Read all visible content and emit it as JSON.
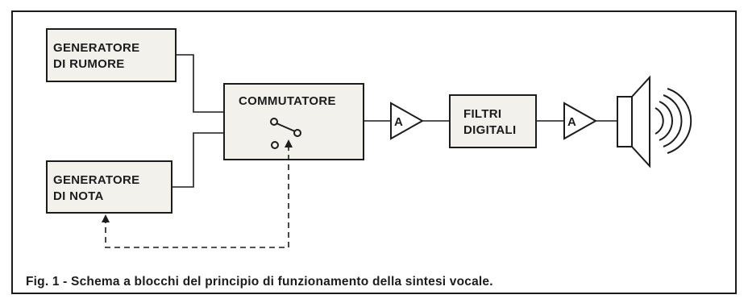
{
  "blocks": {
    "noise_generator": {
      "line1": "GENERATORE",
      "line2": "DI RUMORE"
    },
    "note_generator": {
      "line1": "GENERATORE",
      "line2": "DI NOTA"
    },
    "switch": {
      "label": "COMMUTATORE"
    },
    "filters": {
      "line1": "FILTRI",
      "line2": "DIGITALI"
    }
  },
  "amplifiers": {
    "amp1": "A",
    "amp2": "A"
  },
  "caption": "Fig. 1 - Schema a blocchi del principio di funzionamento della sintesi vocale.",
  "colors": {
    "ink": "#1c1c1c",
    "block_fill": "#f2f1ec",
    "paper": "#ffffff"
  },
  "icons": {
    "switch_contact": "switch-contact-icon",
    "speaker": "speaker-icon",
    "sound_waves": "sound-waves-icon"
  }
}
